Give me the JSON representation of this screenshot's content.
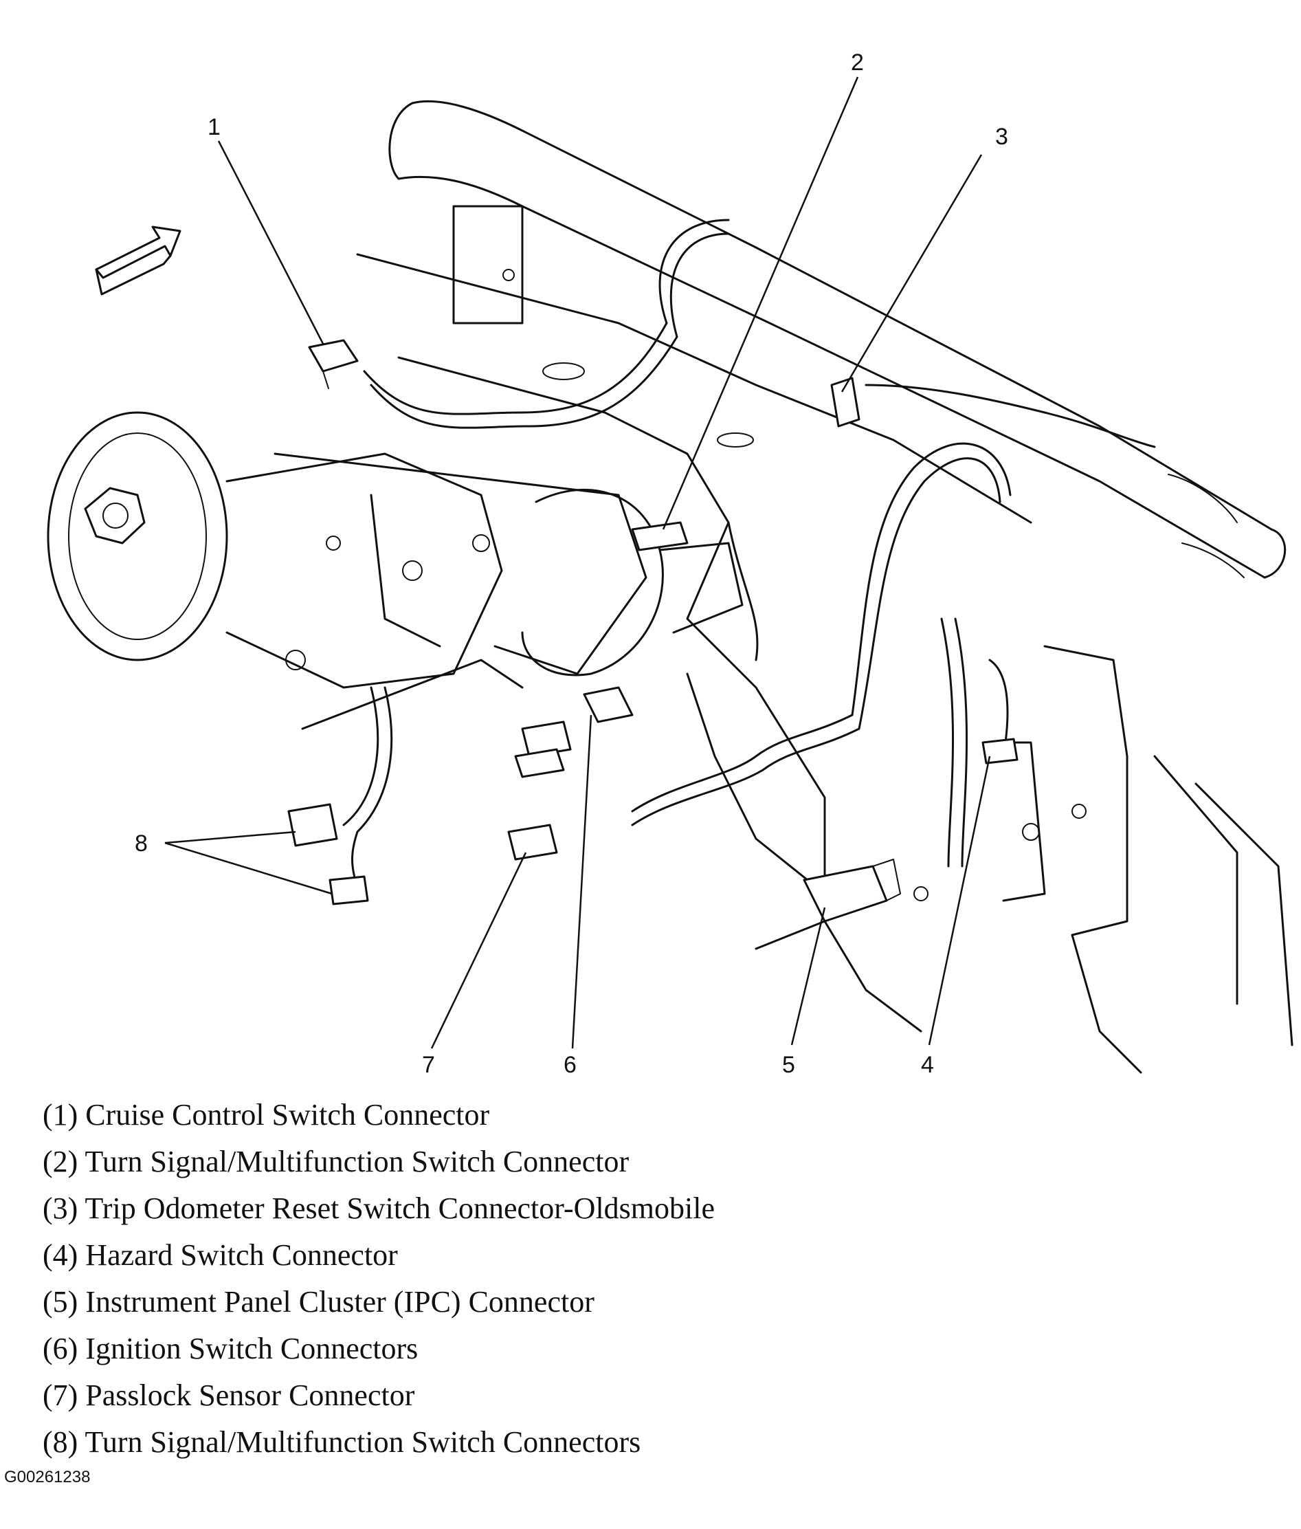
{
  "callouts": [
    "1",
    "2",
    "3",
    "4",
    "5",
    "6",
    "7",
    "8"
  ],
  "legend": [
    "(1) Cruise Control Switch Connector",
    "(2) Turn Signal/Multifunction Switch Connector",
    "(3) Trip Odometer Reset Switch Connector-Oldsmobile",
    "(4) Hazard Switch Connector",
    "(5) Instrument Panel Cluster (IPC) Connector",
    "(6) Ignition Switch Connectors",
    "(7) Passlock Sensor Connector",
    "(8) Turn Signal/Multifunction Switch Connectors"
  ],
  "figure_code": "G00261238"
}
